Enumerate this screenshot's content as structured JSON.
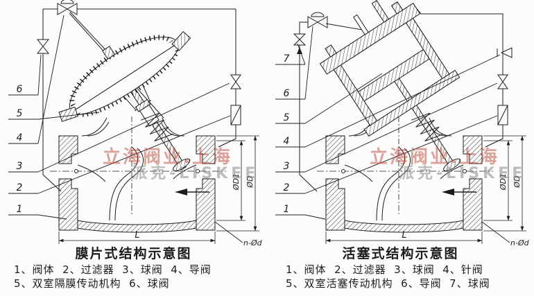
{
  "colors": {
    "ink": "#1c1c1c",
    "background": "#fcfcfc",
    "watermark_red": "rgba(186,72,56,0.5)",
    "watermark_gray": "rgba(135,135,135,0.55)"
  },
  "watermark": {
    "line1": "立海阀业.上海",
    "line2": "派克-LISKEE"
  },
  "dims": {
    "d1": "ØD1",
    "d": "ØD",
    "length": "L",
    "holes": "n-Ød"
  },
  "left": {
    "caption": "膜片式结构示意图",
    "legend1": "1、阀体  2、过滤器  3、球阀  4、导阀",
    "legend2": "5、双室隔膜传动机构  6、球阀",
    "parts": [
      "1",
      "2",
      "3",
      "4",
      "5",
      "6"
    ]
  },
  "right": {
    "caption": "活塞式结构示意图",
    "legend1": "1、阀体  2、过滤器  3、球阀  4、针阀",
    "legend2": "5、双室活塞传动机构  6、导阀  7、球阀",
    "parts": [
      "1",
      "2",
      "3",
      "4",
      "5",
      "6",
      "7"
    ]
  }
}
